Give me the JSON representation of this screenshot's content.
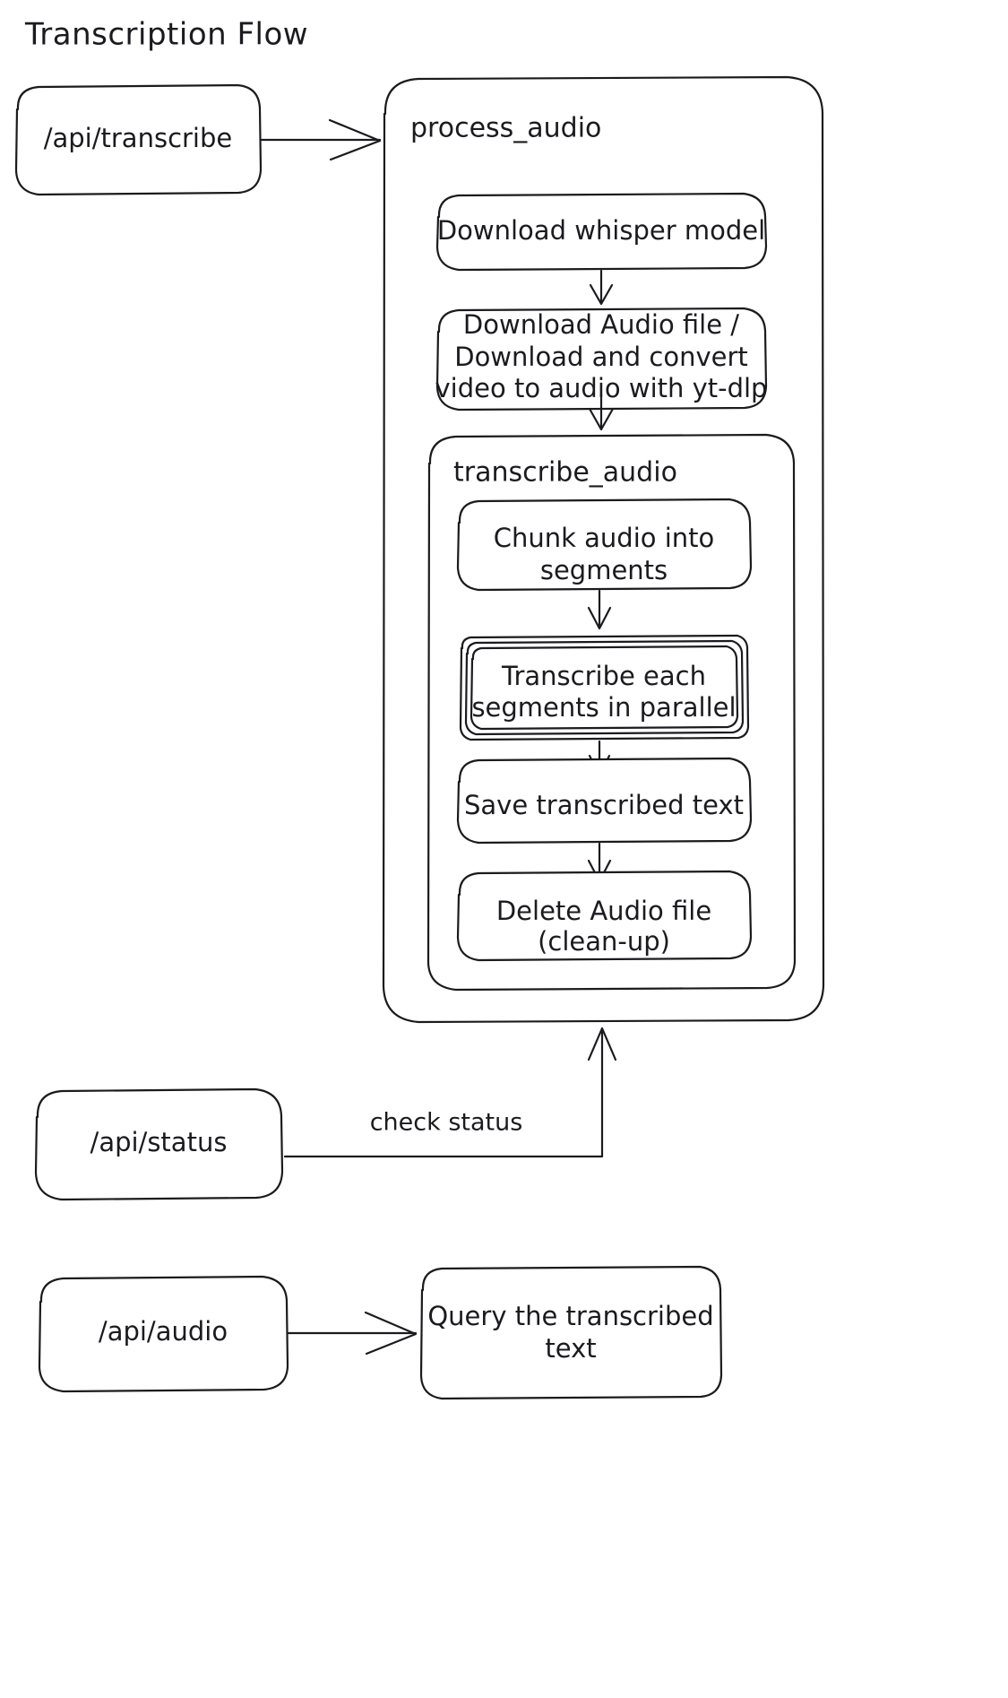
{
  "diagram": {
    "title": "Transcription Flow",
    "background_color": "#ffffff",
    "stroke_color": "#1b1b1f",
    "style": "hand-drawn"
  },
  "nodes": {
    "api_transcribe": {
      "label": "/api/transcribe"
    },
    "process_audio_group": {
      "label": "process_audio"
    },
    "download_model": {
      "label": "Download whisper model"
    },
    "download_audio": {
      "line1": "Download Audio file /",
      "line2": "Download and convert",
      "line3": "video to audio with yt-dlp"
    },
    "transcribe_audio_group": {
      "label": "transcribe_audio"
    },
    "chunk_audio": {
      "line1": "Chunk audio into",
      "line2": "segments"
    },
    "transcribe_parallel": {
      "line1": "Transcribe each",
      "line2": "segments in parallel"
    },
    "save_text": {
      "label": "Save transcribed text"
    },
    "delete_audio": {
      "line1": "Delete Audio file",
      "line2": "(clean-up)"
    },
    "api_status": {
      "label": "/api/status"
    },
    "api_audio": {
      "label": "/api/audio"
    },
    "query_text": {
      "line1": "Query the transcribed",
      "line2": "text"
    }
  },
  "edges": {
    "transcribe_to_process": {
      "label": ""
    },
    "model_to_download": {
      "label": ""
    },
    "download_to_transcribe_group": {
      "label": ""
    },
    "chunk_to_parallel": {
      "label": ""
    },
    "parallel_to_save": {
      "label": ""
    },
    "save_to_delete": {
      "label": ""
    },
    "status_to_process": {
      "label": "check status"
    },
    "audio_to_query": {
      "label": ""
    }
  }
}
